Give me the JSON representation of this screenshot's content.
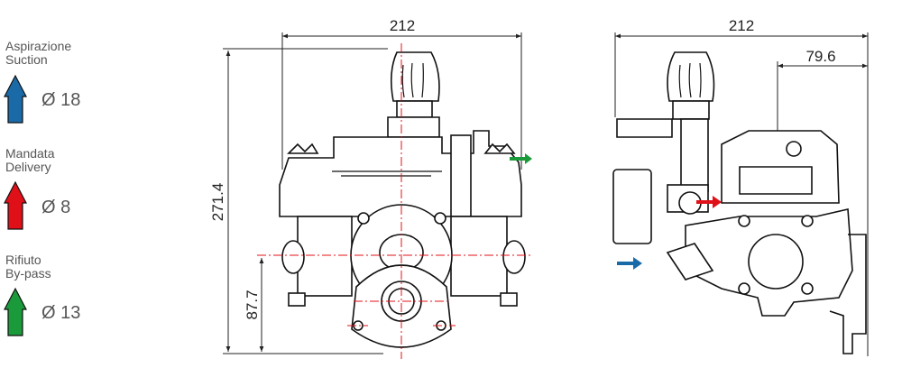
{
  "legend": [
    {
      "label_it": "Aspirazione",
      "label_en": "Suction",
      "diameter": "Ø 18",
      "color": "#1a6aa8"
    },
    {
      "label_it": "Mandata",
      "label_en": "Delivery",
      "diameter": "Ø 8",
      "color": "#e01018"
    },
    {
      "label_it": "Rifiuto",
      "label_en": "By-pass",
      "diameter": "Ø 13",
      "color": "#1a9a3a"
    }
  ],
  "front_view": {
    "width": "212",
    "height": "271.4",
    "axis_height": "87.7"
  },
  "side_view": {
    "width": "212",
    "offset": "79.6"
  }
}
